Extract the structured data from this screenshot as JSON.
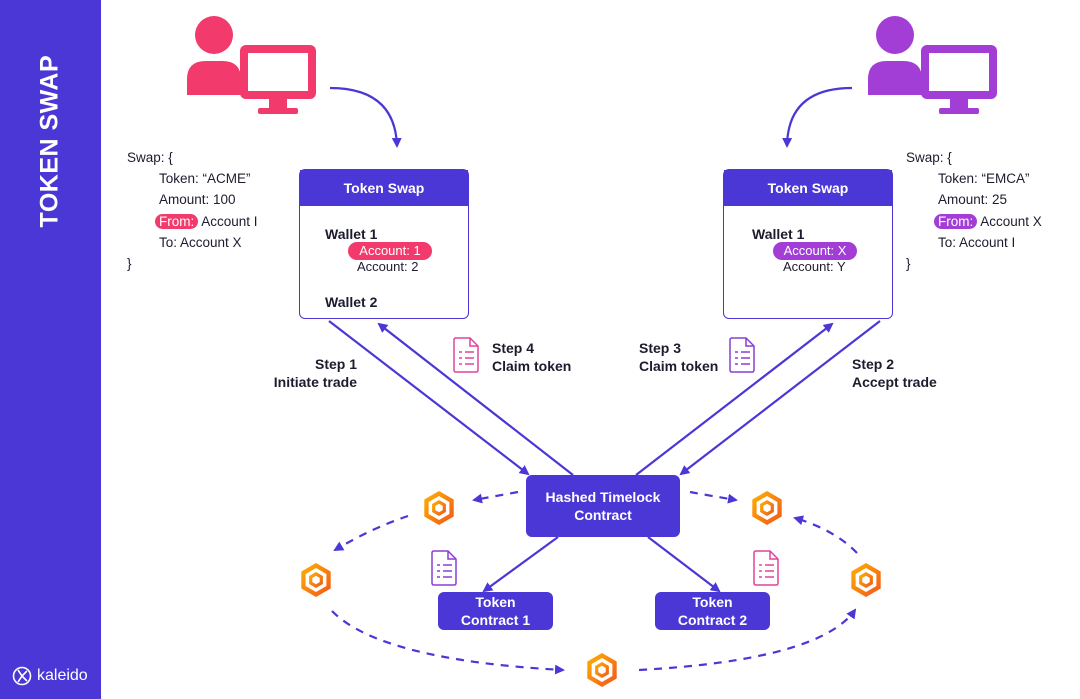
{
  "sidebar": {
    "title": "TOKEN SWAP",
    "logo_text": "kaleido"
  },
  "colors": {
    "primary": "#4a37d6",
    "pink": "#f23a6c",
    "purple": "#a23ed6",
    "orange": "#f7931a"
  },
  "left_swap": {
    "open": "Swap: {",
    "token": "Token: “ACME”",
    "amount": "Amount: 100",
    "from_label": "From:",
    "from_value": " Account I",
    "to": "To: Account X",
    "close": "}"
  },
  "right_swap": {
    "open": "Swap: {",
    "token": "Token: “EMCA”",
    "amount": "Amount: 25",
    "from_label": "From:",
    "from_value": " Account X",
    "to": "To: Account I",
    "close": "}"
  },
  "left_wallet": {
    "title": "Token Swap",
    "wallet1": "Wallet 1",
    "account_selected": "Account: 1",
    "account_other": "Account: 2",
    "wallet2": "Wallet 2"
  },
  "right_wallet": {
    "title": "Token Swap",
    "wallet1": "Wallet 1",
    "account_selected": "Account: X",
    "account_other": "Account: Y"
  },
  "steps": {
    "step1": {
      "number": "Step 1",
      "label": "Initiate trade"
    },
    "step2": {
      "number": "Step 2",
      "label": "Accept trade"
    },
    "step3": {
      "number": "Step 3",
      "label": "Claim token"
    },
    "step4": {
      "number": "Step 4",
      "label": "Claim token"
    }
  },
  "htlc": {
    "line1": "Hashed Timelock",
    "line2": "Contract"
  },
  "token_contract_1": {
    "line1": "Token",
    "line2": "Contract 1"
  },
  "token_contract_2": {
    "line1": "Token",
    "line2": "Contract 2"
  },
  "icons": {
    "users": [
      "user-computer-icon-pink",
      "user-computer-icon-purple"
    ],
    "documents": "document-icon",
    "nodes": "blockchain-node-icon",
    "logo": "kaleido-logo-icon"
  }
}
